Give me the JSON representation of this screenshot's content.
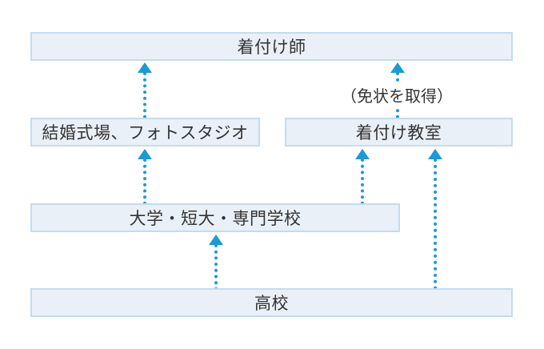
{
  "diagram": {
    "title_nodes": {
      "kitsukeshi": "着付け師",
      "wedding": "結婚式場、フォトスタジオ",
      "classroom": "着付け教室",
      "college": "大学・短大・専門学校",
      "highschool": "高校"
    },
    "edge_labels": {
      "license": "（免状を取得）"
    },
    "colors": {
      "node_fill": "#eaf0f8",
      "node_border": "#c3dcef",
      "arrow": "#1b9ad6",
      "text": "#333333",
      "background": "#ffffff"
    },
    "edges": [
      {
        "from": "結婚式場、フォトスタジオ",
        "to": "着付け師",
        "label": ""
      },
      {
        "from": "着付け教室",
        "to": "着付け師",
        "label": "（免状を取得）"
      },
      {
        "from": "大学・短大・専門学校",
        "to": "結婚式場、フォトスタジオ",
        "label": ""
      },
      {
        "from": "大学・短大・専門学校",
        "to": "着付け教室",
        "label": ""
      },
      {
        "from": "高校",
        "to": "大学・短大・専門学校",
        "label": ""
      },
      {
        "from": "高校",
        "to": "着付け教室",
        "label": ""
      }
    ]
  }
}
